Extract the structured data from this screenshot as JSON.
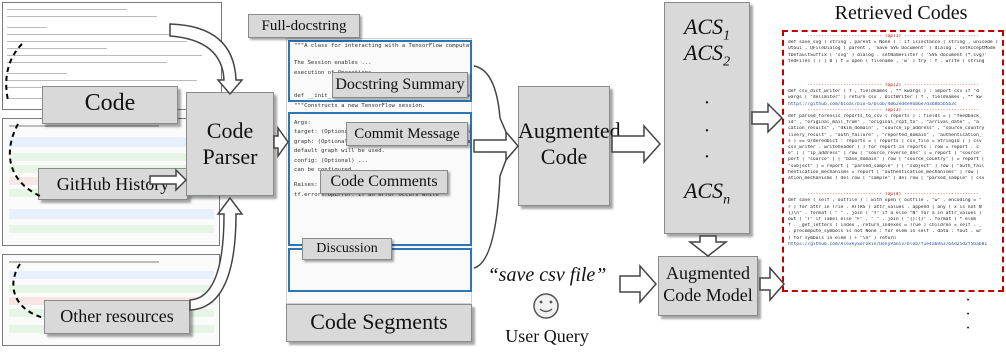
{
  "sources": {
    "code_label": "Code",
    "github_label": "GitHub History",
    "other_label": "Other resources"
  },
  "parser": {
    "label": "Code Parser"
  },
  "segments": {
    "full_docstring": "Full-docstring",
    "docstring_summary": "Docstring Summary",
    "commit_message": "Commit Message",
    "code_comments": "Code Comments",
    "discussion": "Discussion",
    "title": "Code Segments",
    "code_lines": [
      "\"\"\"A class for interacting with a TensorFlow computation.",
      "The Session enables ...",
      "execution of Operations ...",
      "def __init__(self, target='', graph=None, config=None):",
      "  \"\"\"Constructs a new TensorFlow session.",
      "  Args:",
      "    target: (Optional) The TensorFlow execution engine to connect to.",
      "    graph: (Optional) The graph to be used. If this argument is None, the",
      "      default graph will be used.",
      "    config: (Optional) ...",
      "      can be configured ...",
      "  Raises:",
      "    tf.errors.OpError: If an error occurs while"
    ]
  },
  "augmented_code": {
    "label": "Augmented Code"
  },
  "acs": {
    "items": [
      "ACS",
      "ACS",
      "ACS"
    ],
    "subscripts": [
      "1",
      "2",
      "n"
    ],
    "dots": [
      "·",
      "·",
      "·"
    ]
  },
  "query": {
    "text": "“save csv file”",
    "user_label": "User Query"
  },
  "model": {
    "label": "Augmented Code Model"
  },
  "retrieved": {
    "title": "Retrieved Codes",
    "blocks": [
      {
        "top": "--------------------------- Top(1) ---------------------------",
        "lines": [
          "def save_svg ( string , parent = None ) : if isinstance ( string , unicode )",
          "QtGui . QFileDialog ( parent , 'Save SVG Document' ) dialog . setAcceptMode",
          "tDefaultSuffix ( 'svg' ) dialog . setNameFilter ( 'SVG document (*.svg)'",
          "tedFiles ( ) [ 0 ] f = open ( filename , 'w' ) try : f . write ( string"
        ],
        "link": ""
      },
      {
        "top": "--------------------------- Top(2) ---------------------------",
        "lines": [
          "def csv_dict_writer ( f , fieldnames , ** kwargs ) : import csv if \"d",
          "wargs [ \"delimiter\" ] return csv . DictWriter ( f , fieldnames , ** kw"
        ],
        "link": "https://github.com/bioal/bio-b/blob/4062ed4e9ab6e7d3b8b5b5b3c"
      },
      {
        "top": "--------------------------- Top(3) ---------------------------",
        "lines": [
          "def parsed_forensic_reports_to_csv ( reports ) : fields = [ \"feedback_",
          "id\" , \"original_mail_from\" , \"original_rcpt_to\" , \"arrival_date\" , \"a",
          "cation_results\" , \"dkim_domain\" , \"source_ip_address\" , \"source_country",
          "livery_result\" , \"auth_failure\" , \"reported_domain\" , \"authentication_",
          "s ) == OrderedDict : reports = [ reports ] csv_file = StringIO ( ) csv",
          "csv_writer . writeheader ( ) for report in reports : row = report . c",
          "e\" ] [ \"ip_address\" ] row [ \"source_reverse_dns\" ] = report [ \"source\"",
          "port [ \"source\" ] [ \"base_domain\" ] row [ \"source_country\" ] = report [",
          "\"subject\" ] = report [ \"parsed_sample\" ] [ \"subject\" ] row [ \"auth_fail",
          "hentication_mechanisms = report [ \"authentication_mechanisms\" ] row [",
          "ation_mechanisms ) del row [ \"sample\" ] del row [ \"parsed_sample\" ] csv"
        ],
        "link": ""
      },
      {
        "top": "--------------------------- Top(4) ---------------------------",
        "lines": [
          "def save ( self , outfile ) : with open ( outfile , \"w\" , encoding = \"",
          "r ) for attr in Trie . ATTRS ) attr_values . append ( any ( x is not N",
          "{}\\n\" . format ( \" \" . join ( \"Y\" if a else \"N\" for a in attr_values )",
          "out ( \"T\" if label else \"F\" , \" \" . join ( \"{}:{}\" . format ( * elem",
          "f . _get_letters ( index , return_indexes = True ) children = self . _",
          ". precompute_symbols is not None : for elem in self . data : fout . wr",
          ") for symbols in elem ) + \"\\n\" ) return"
        ],
        "link": "https://github.com/AlexeySorokin/DenyPaniv/blob/f1e4a69a3764d25d2f5ba681"
      }
    ],
    "more_dots": [
      "·",
      "·",
      "·"
    ]
  }
}
